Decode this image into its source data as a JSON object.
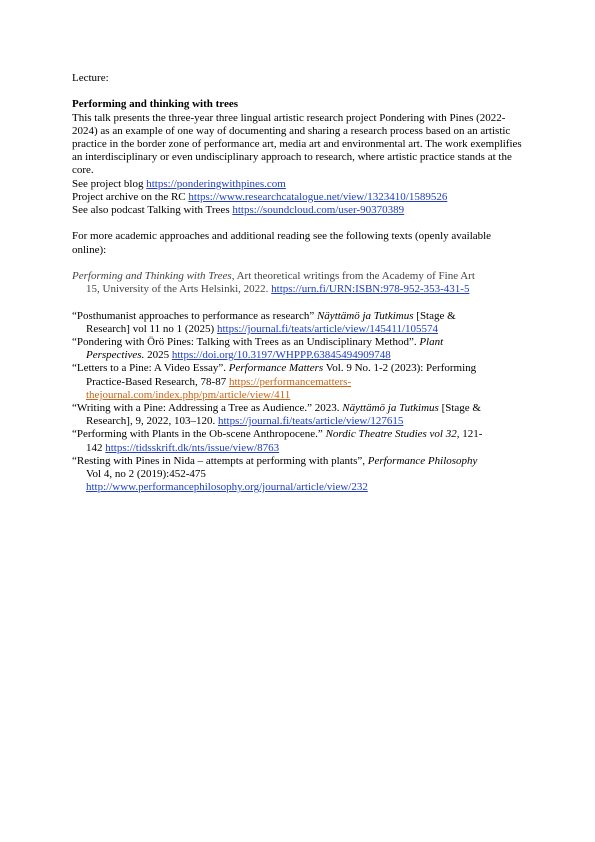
{
  "lecture_label": "Lecture:",
  "title": "Performing and thinking with trees",
  "abstract": "This talk presents the three-year three lingual artistic research project Pondering with Pines (2022-2024) as an example of one way of documenting and sharing a research process based on an artistic practice in the border zone of performance art, media art and environmental art. The work exemplifies an interdisciplinary or even undisciplinary approach to research, where artistic practice stands at the core.",
  "links": [
    {
      "prefix": "See project blog ",
      "url": "https://ponderingwithpines.com"
    },
    {
      "prefix": "Project archive on the RC ",
      "url": "https://www.researchcatalogue.net/view/1323410/1589526"
    },
    {
      "prefix": "See also podcast Talking with Trees ",
      "url": "https://soundcloud.com/user-90370389"
    }
  ],
  "further_reading_intro": "For more academic approaches and additional reading see the following texts (openly available online):",
  "book": {
    "title": "Performing and Thinking with Trees",
    "text": ", Art theoretical writings from the Academy of Fine Art",
    "text2": "15, University of the Arts Helsinki, 2022. ",
    "url": "https://urn.fi/URN:ISBN:978-952-353-431-5"
  },
  "references": [
    {
      "a": "“Posthumanist approaches to performance as research” ",
      "venue": "Näyttämö ja Tutkimus",
      "b": " [Stage &",
      "c": "Research] vol 11 no 1 (2025) ",
      "url": "https://journal.fi/teats/article/view/145411/105574"
    },
    {
      "a": "“Pondering with Örö Pines: Talking with Trees as an Undisciplinary Method”. ",
      "venue": "Plant",
      "venue2": "Perspectives.",
      "c": " 2025 ",
      "url": "https://doi.org/10.3197/WHPPP.63845494909748"
    },
    {
      "a": "“Letters to a Pine: A Video Essay”. ",
      "venue": "Performance Matters",
      "b": " Vol. 9 No. 1-2 (2023): Performing",
      "c": "Practice-Based Research, 78-87 ",
      "url": "https://performancematters-",
      "url2": "thejournal.com/index.php/pm/article/view/411"
    },
    {
      "a": "“Writing with a Pine: Addressing a Tree as Audience.” 2023. ",
      "venue": "Näyttämö ja Tutkimus",
      "b": " [Stage &",
      "c": "Research], 9, 2022, 103–120. ",
      "url": "https://journal.fi/teats/article/view/127615"
    },
    {
      "a": "“Performing with Plants in the Ob-scene Anthropocene.” ",
      "venue": "Nordic Theatre Studies vol 32,",
      "b": " 121-",
      "c": "142 ",
      "url": "https://tidsskrift.dk/nts/issue/view/8763"
    },
    {
      "a": "“Resting with Pines in Nida – attempts at performing with plants”, ",
      "venue": "Performance Philosophy",
      "c": "Vol 4, no 2 (2019):452-475",
      "url": "http://www.performancephilosophy.org/journal/article/view/232"
    }
  ],
  "colors": {
    "link": "#1f3fbf",
    "link_alt": "#c86414"
  }
}
